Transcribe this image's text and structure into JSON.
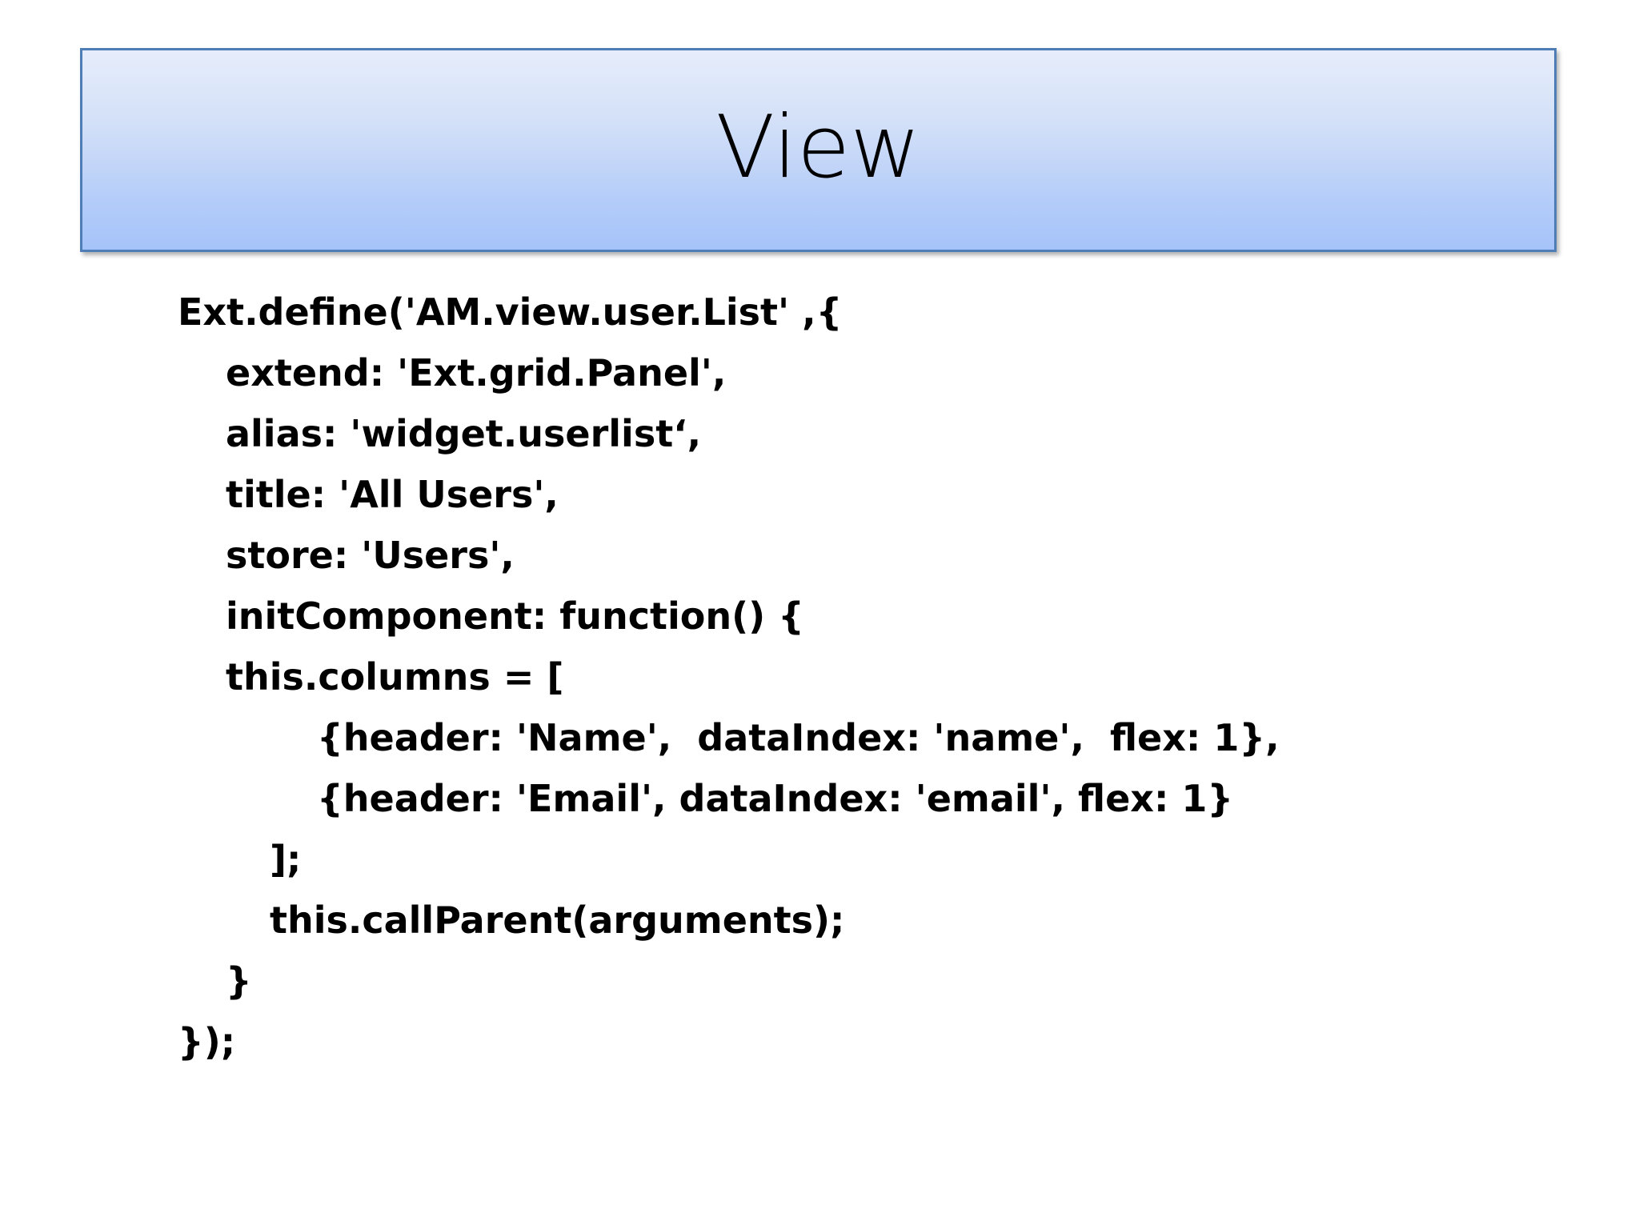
{
  "slide": {
    "title": "View",
    "title_colors": {
      "border": "#4F7DB5",
      "gradient_top": "#E6ECFB",
      "gradient_bottom": "#A6C3F9",
      "text": "#000000"
    },
    "code_lines": [
      {
        "indent": 0,
        "text": "Ext.define('AM.view.user.List' ,{"
      },
      {
        "indent": 1,
        "text": "extend: 'Ext.grid.Panel',"
      },
      {
        "indent": 1,
        "text": "alias: 'widget.userlist‘,"
      },
      {
        "indent": 1,
        "text": "title: 'All Users',"
      },
      {
        "indent": 1,
        "text": "store: 'Users',"
      },
      {
        "indent": 1,
        "text": "initComponent: function() {"
      },
      {
        "indent": 1,
        "text": "this.columns = ["
      },
      {
        "indent": 3,
        "text": "{header: 'Name',  dataIndex: 'name',  flex: 1},"
      },
      {
        "indent": 3,
        "text": "{header: 'Email', dataIndex: 'email', flex: 1}"
      },
      {
        "indent": 2,
        "text": "];"
      },
      {
        "indent": 2,
        "text": "this.callParent(arguments);"
      },
      {
        "indent": 1,
        "text": "}"
      },
      {
        "indent": 0,
        "text": "});"
      }
    ]
  }
}
